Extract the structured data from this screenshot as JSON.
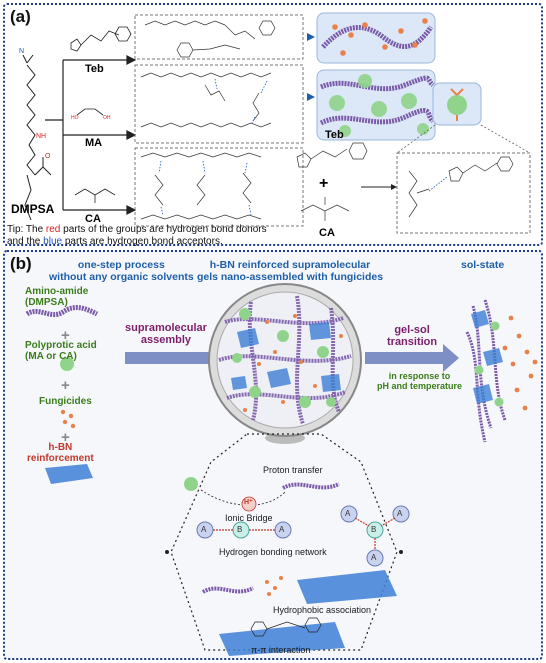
{
  "panel_a": {
    "tag": "(a)",
    "start_label": "DMPSA",
    "branch_labels": [
      "Teb",
      "MA",
      "CA"
    ],
    "product_labels": {
      "teb": "Teb",
      "ca": "CA"
    },
    "tip_prefix": "Tip: The ",
    "tip_red": "red",
    "tip_middle": " parts of the groups are hydrogen bond donors",
    "tip_line2_prefix": "and the ",
    "tip_blue": "blue",
    "tip_suffix": " parts are hydrogen bond acceptors."
  },
  "panel_b": {
    "tag": "(b)",
    "process_title": [
      "one-step process",
      "without any organic solvents"
    ],
    "center_title": [
      "h-BN reinforced supramolecular",
      "gels nano-assembled with fungicides"
    ],
    "right_title": "sol-state",
    "components": [
      {
        "label": [
          "Amino-amide",
          "(DMPSA)"
        ]
      },
      {
        "label": [
          "Polyprotic acid",
          "(MA or CA)"
        ]
      },
      {
        "label": [
          "Fungicides"
        ]
      },
      {
        "label": [
          "h-BN",
          "reinforcement"
        ]
      }
    ],
    "plus_sign": "+",
    "arrow_label": [
      "supramolecular",
      "assembly"
    ],
    "transition_label": [
      "gel-sol",
      "transition"
    ],
    "transition_sub": [
      "in response to",
      "pH and temperature"
    ],
    "interactions": {
      "proton_transfer": "Proton transfer",
      "h_ion": "H⁺",
      "ionic_bridge": "Ionic Bridge",
      "hbond_network": "Hydrogen bonding network",
      "hydrophobic": "Hydrophobic association",
      "pipi": "π-π interaction",
      "node_a": "A",
      "node_b": "B"
    }
  },
  "colors": {
    "frame": "#1f3a8a",
    "green_sphere": "#8fd48a",
    "orange_dot": "#e8824a",
    "chain_purple": "#7a5aa8",
    "hbn_blue": "#3d7fd6"
  }
}
